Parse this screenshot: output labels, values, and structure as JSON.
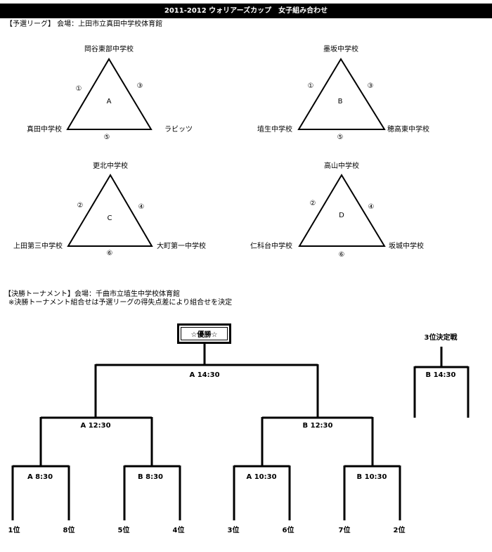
{
  "header": {
    "title": "2011-2012 ウォリアーズカップ　女子組み合わせ"
  },
  "prelim": {
    "label": "【予選リーグ】 会場：上田市立真田中学校体育館",
    "groups": [
      {
        "letter": "A",
        "top_team": "岡谷東部中学校",
        "left_team": "真田中学校",
        "right_team": "ラビッツ",
        "left_mark": "①",
        "right_mark": "③",
        "bottom_mark": "⑤"
      },
      {
        "letter": "B",
        "top_team": "墨坂中学校",
        "left_team": "埴生中学校",
        "right_team": "穂高東中学校",
        "left_mark": "①",
        "right_mark": "③",
        "bottom_mark": "⑤"
      },
      {
        "letter": "C",
        "top_team": "更北中学校",
        "left_team": "上田第三中学校",
        "right_team": "大町第一中学校",
        "left_mark": "②",
        "right_mark": "④",
        "bottom_mark": "⑥"
      },
      {
        "letter": "D",
        "top_team": "高山中学校",
        "left_team": "仁科台中学校",
        "right_team": "坂城中学校",
        "left_mark": "②",
        "right_mark": "④",
        "bottom_mark": "⑥"
      }
    ]
  },
  "final": {
    "label": "【決勝トーナメント】会場：千曲市立埴生中学校体育館",
    "note": "※決勝トーナメント組合せは予選リーグの得失点差により組合せを決定",
    "champion": "☆優勝☆",
    "third_place_title": "3位決定戦",
    "matches": {
      "final": "A 14:30",
      "semi_left": "A 12:30",
      "semi_right": "B 12:30",
      "qf1": "A 8:30",
      "qf2": "B 8:30",
      "qf3": "A 10:30",
      "qf4": "B 10:30",
      "third_place": "B 14:30"
    },
    "seeds": [
      "1位",
      "8位",
      "5位",
      "4位",
      "3位",
      "6位",
      "7位",
      "2位"
    ]
  }
}
